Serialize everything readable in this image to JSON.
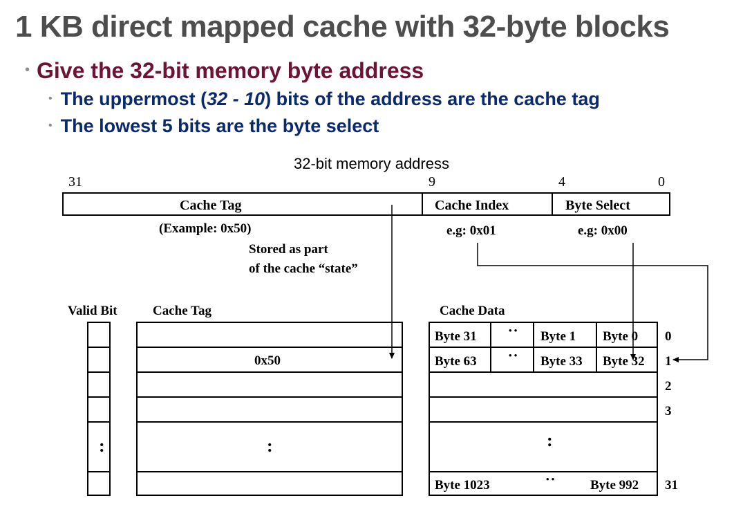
{
  "title": "1 KB direct mapped cache with 32-byte blocks",
  "bullets": {
    "main": "Give the 32-bit memory byte address",
    "sub1_pre": "The uppermost (",
    "sub1_em": "32 - 10",
    "sub1_post": ") bits of the address are the cache tag",
    "sub2": "The lowest 5 bits are the byte select"
  },
  "address": {
    "heading": "32-bit memory address",
    "bit_31": "31",
    "bit_9": "9",
    "bit_4": "4",
    "bit_0": "0",
    "field_tag": "Cache Tag",
    "field_index": "Cache Index",
    "field_byte": "Byte Select",
    "tag_example": "(Example: 0x50)",
    "stored_line1": "Stored as part",
    "stored_line2": "of the cache “state”",
    "index_example": "e.g: 0x01",
    "byte_example": "e.g: 0x00"
  },
  "cache": {
    "valid_header": "Valid Bit",
    "tag_header": "Cache Tag",
    "data_header": "Cache Data",
    "row1_tag": "0x50",
    "ellipsis": ":",
    "dots_h": "• •",
    "rows": [
      {
        "index": "0",
        "c1": "Byte 31",
        "c3": "Byte 1",
        "c4": "Byte 0"
      },
      {
        "index": "1",
        "c1": "Byte 63",
        "c3": "Byte 33",
        "c4": "Byte 32"
      },
      {
        "index": "2"
      },
      {
        "index": "3"
      }
    ],
    "last_row": {
      "index": "31",
      "left": "Byte 1023",
      "right": "Byte 992"
    }
  }
}
